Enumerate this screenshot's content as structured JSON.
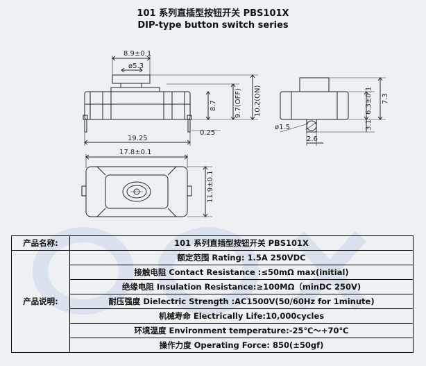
{
  "header": {
    "title_cn": "101 系列直插型按钮开关 PBS101X",
    "title_en": "DIP-type button switch series"
  },
  "drawing": {
    "dim_width_top": "8.9±0.1",
    "dim_diameter": "ø5.3",
    "dim_height_87": "8.7",
    "dim_height_off": "9.7(OFF)",
    "dim_height_on": "10.2(ON)",
    "dim_length": "19.25",
    "dim_pin": "0.25",
    "dim_side_63": "6.3±0.1",
    "dim_side_73": "7.3",
    "dim_side_31": "3.1",
    "dim_pin_dia": "ø1.5",
    "dim_pin_spacing": "2.6",
    "dim_bottom_width": "17.8±0.1",
    "dim_bottom_height": "11.9±0.1"
  },
  "spec": {
    "product_name_label": "产品名称:",
    "product_name_value": "101 系列直插型按钮开关 PBS101X",
    "description_label": "产品说明:",
    "rows": [
      "额定范围 Rating:  1.5A 250VDC",
      "接触电阻 Contact Resistance :≤50mΩ max(initial)",
      "绝缘电阻 Insulation Resistance:≥100MΩ（minDC 250V)",
      "耐压强度 Dielectric Strength :AC1500V(50/60Hz for 1minute)",
      "机械寿命 Electrically Life:10,000cycles",
      "环境温度 Environment temperature:-25℃～+70℃",
      "操作力度 Operating Force: 850(±50gf)"
    ]
  }
}
